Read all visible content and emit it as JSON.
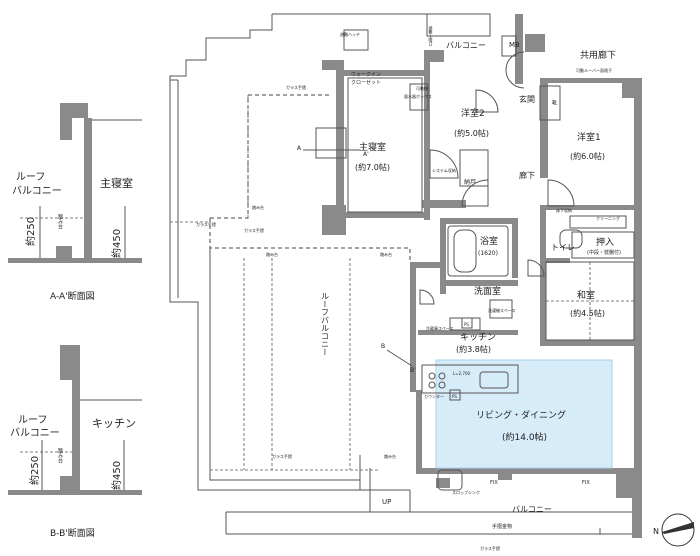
{
  "section_aa": {
    "roof_balcony_line1": "ルーフ",
    "roof_balcony_line2": "バルコニー",
    "master_bedroom": "主寝室",
    "step_label": "踏み台",
    "dim_250": "約250",
    "dim_450": "約450",
    "caption": "A-A'断面図"
  },
  "section_bb": {
    "roof_balcony_line1": "ルーフ",
    "roof_balcony_line2": "バルコニー",
    "kitchen": "キッチン",
    "step_label": "踏み台",
    "dim_250": "約250",
    "dim_450": "約450",
    "caption": "B-B'断面図"
  },
  "rooms": {
    "master_bedroom": {
      "name": "主寝室",
      "size": "(約7.0帖)"
    },
    "western2": {
      "name": "洋室2",
      "size": "(約5.0帖)"
    },
    "western1": {
      "name": "洋室1",
      "size": "(約6.0帖)"
    },
    "bath": {
      "name": "浴室",
      "size": "(1620)"
    },
    "washroom": {
      "name": "洗面室"
    },
    "kitchen": {
      "name": "キッチン",
      "size": "(約3.8帖)"
    },
    "japanese": {
      "name": "和室",
      "size": "(約4.5帖)"
    },
    "oshiire": {
      "name": "押入",
      "size": "(中段・枕棚付)"
    },
    "living": {
      "name": "リビング・ダイニング",
      "size": "(約14.0帖)"
    },
    "roof_balcony": {
      "name": "ルーフバルコニー"
    },
    "balcony_top": {
      "name": "バルコニー"
    },
    "balcony_bottom": {
      "name": "バルコニー"
    },
    "corridor": {
      "name": "廊下"
    },
    "entrance": {
      "name": "玄関"
    },
    "toilet": {
      "name": "トイレ"
    },
    "common_corridor": {
      "name": "共用廊下"
    },
    "walkin_closet": {
      "name": "ウォークイン",
      "name2": "クローゼット"
    },
    "storage": {
      "name": "納戸"
    },
    "shoe": {
      "name": "靴"
    }
  },
  "labels": {
    "mb": "MB",
    "up": "UP",
    "fix1": "FIX",
    "fix2": "FIX",
    "glass_rail_top": "ガラス手摺",
    "glass_rail_bottom": "ガラス手摺",
    "glass_rail_side": "ガラス手摺",
    "glass_rail_mid": "ガラス手摺",
    "glass_rail_foot": "ガラス手摺",
    "hand_rail": "手摺金物",
    "step1": "踏み台",
    "step2": "踏み台",
    "step3": "踏み台",
    "step4": "踏み台",
    "hatch": "避難ハッチ",
    "escape_ladder": "避難上階口",
    "water_box": "量水器ボックス",
    "l_dim": "L=2,700",
    "sliding_grille": "可動ルーバー面格子",
    "closet": "可動棚",
    "refrigerator": "冷蔵庫スペース",
    "washer": "洗濯機スペース",
    "ps1": "PS",
    "ps2": "PS",
    "counter": "カウンター",
    "cleaning": "クリーニング",
    "system_storage": "システム収納",
    "floor_storage": "床下収納",
    "slop_sink": "スロップシンク",
    "a_mark": "A",
    "a_prime": "A'",
    "b_mark": "B",
    "b_prime": "B'",
    "north": "N"
  }
}
